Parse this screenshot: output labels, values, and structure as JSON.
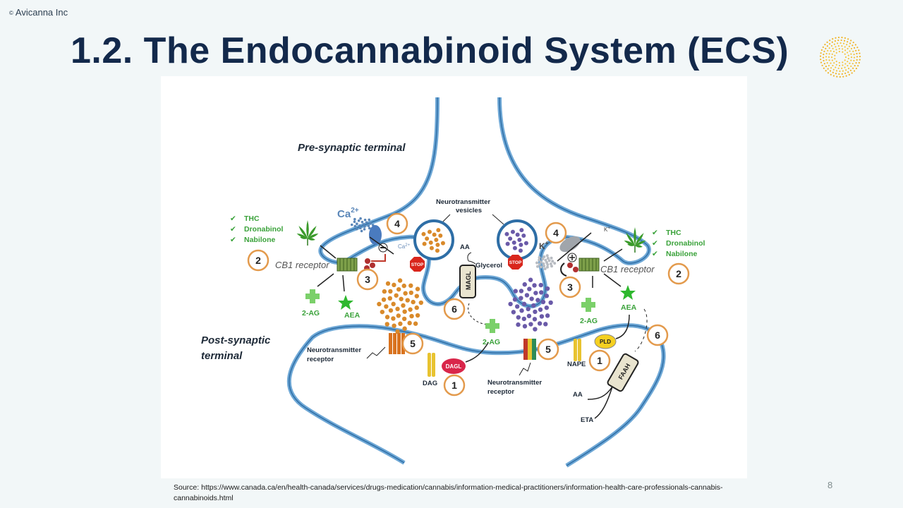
{
  "header": {
    "copyright_symbol": "©",
    "copyright": "Avicanna Inc",
    "title": "1.2. The Endocannabinoid System (ECS)"
  },
  "diagram": {
    "pre_terminal": "Pre-synaptic terminal",
    "post_terminal_line1": "Post-synaptic",
    "post_terminal_line2": "terminal",
    "vesicles_line1": "Neurotransmitter",
    "vesicles_line2": "vesicles",
    "ca": "Ca",
    "ca_sup": "2+",
    "ca_small": "Ca",
    "k": "K",
    "k_sup": "+",
    "k_small": "K",
    "stop": "STOP",
    "aa": "AA",
    "glycerol": "Glycerol",
    "magl": "MAGL",
    "cb1": "CB1 receptor",
    "two_ag": "2-AG",
    "aea": "AEA",
    "drugs": [
      "THC",
      "Dronabinol",
      "Nabilone"
    ],
    "nt_receptor_line1": "Neurotransmitter",
    "nt_receptor_line2": "receptor",
    "dag": "DAG",
    "dagl": "DAGL",
    "nape": "NAPE",
    "pld": "PLD",
    "faah": "FAAH",
    "eta": "ETA",
    "steps": [
      "1",
      "2",
      "3",
      "4",
      "5",
      "6"
    ]
  },
  "footer": {
    "source": "Source: https://www.canada.ca/en/health-canada/services/drugs-medication/cannabis/information-medical-practitioners/information-health-care-professionals-cannabis-cannabinoids.html",
    "page_number": "8"
  }
}
